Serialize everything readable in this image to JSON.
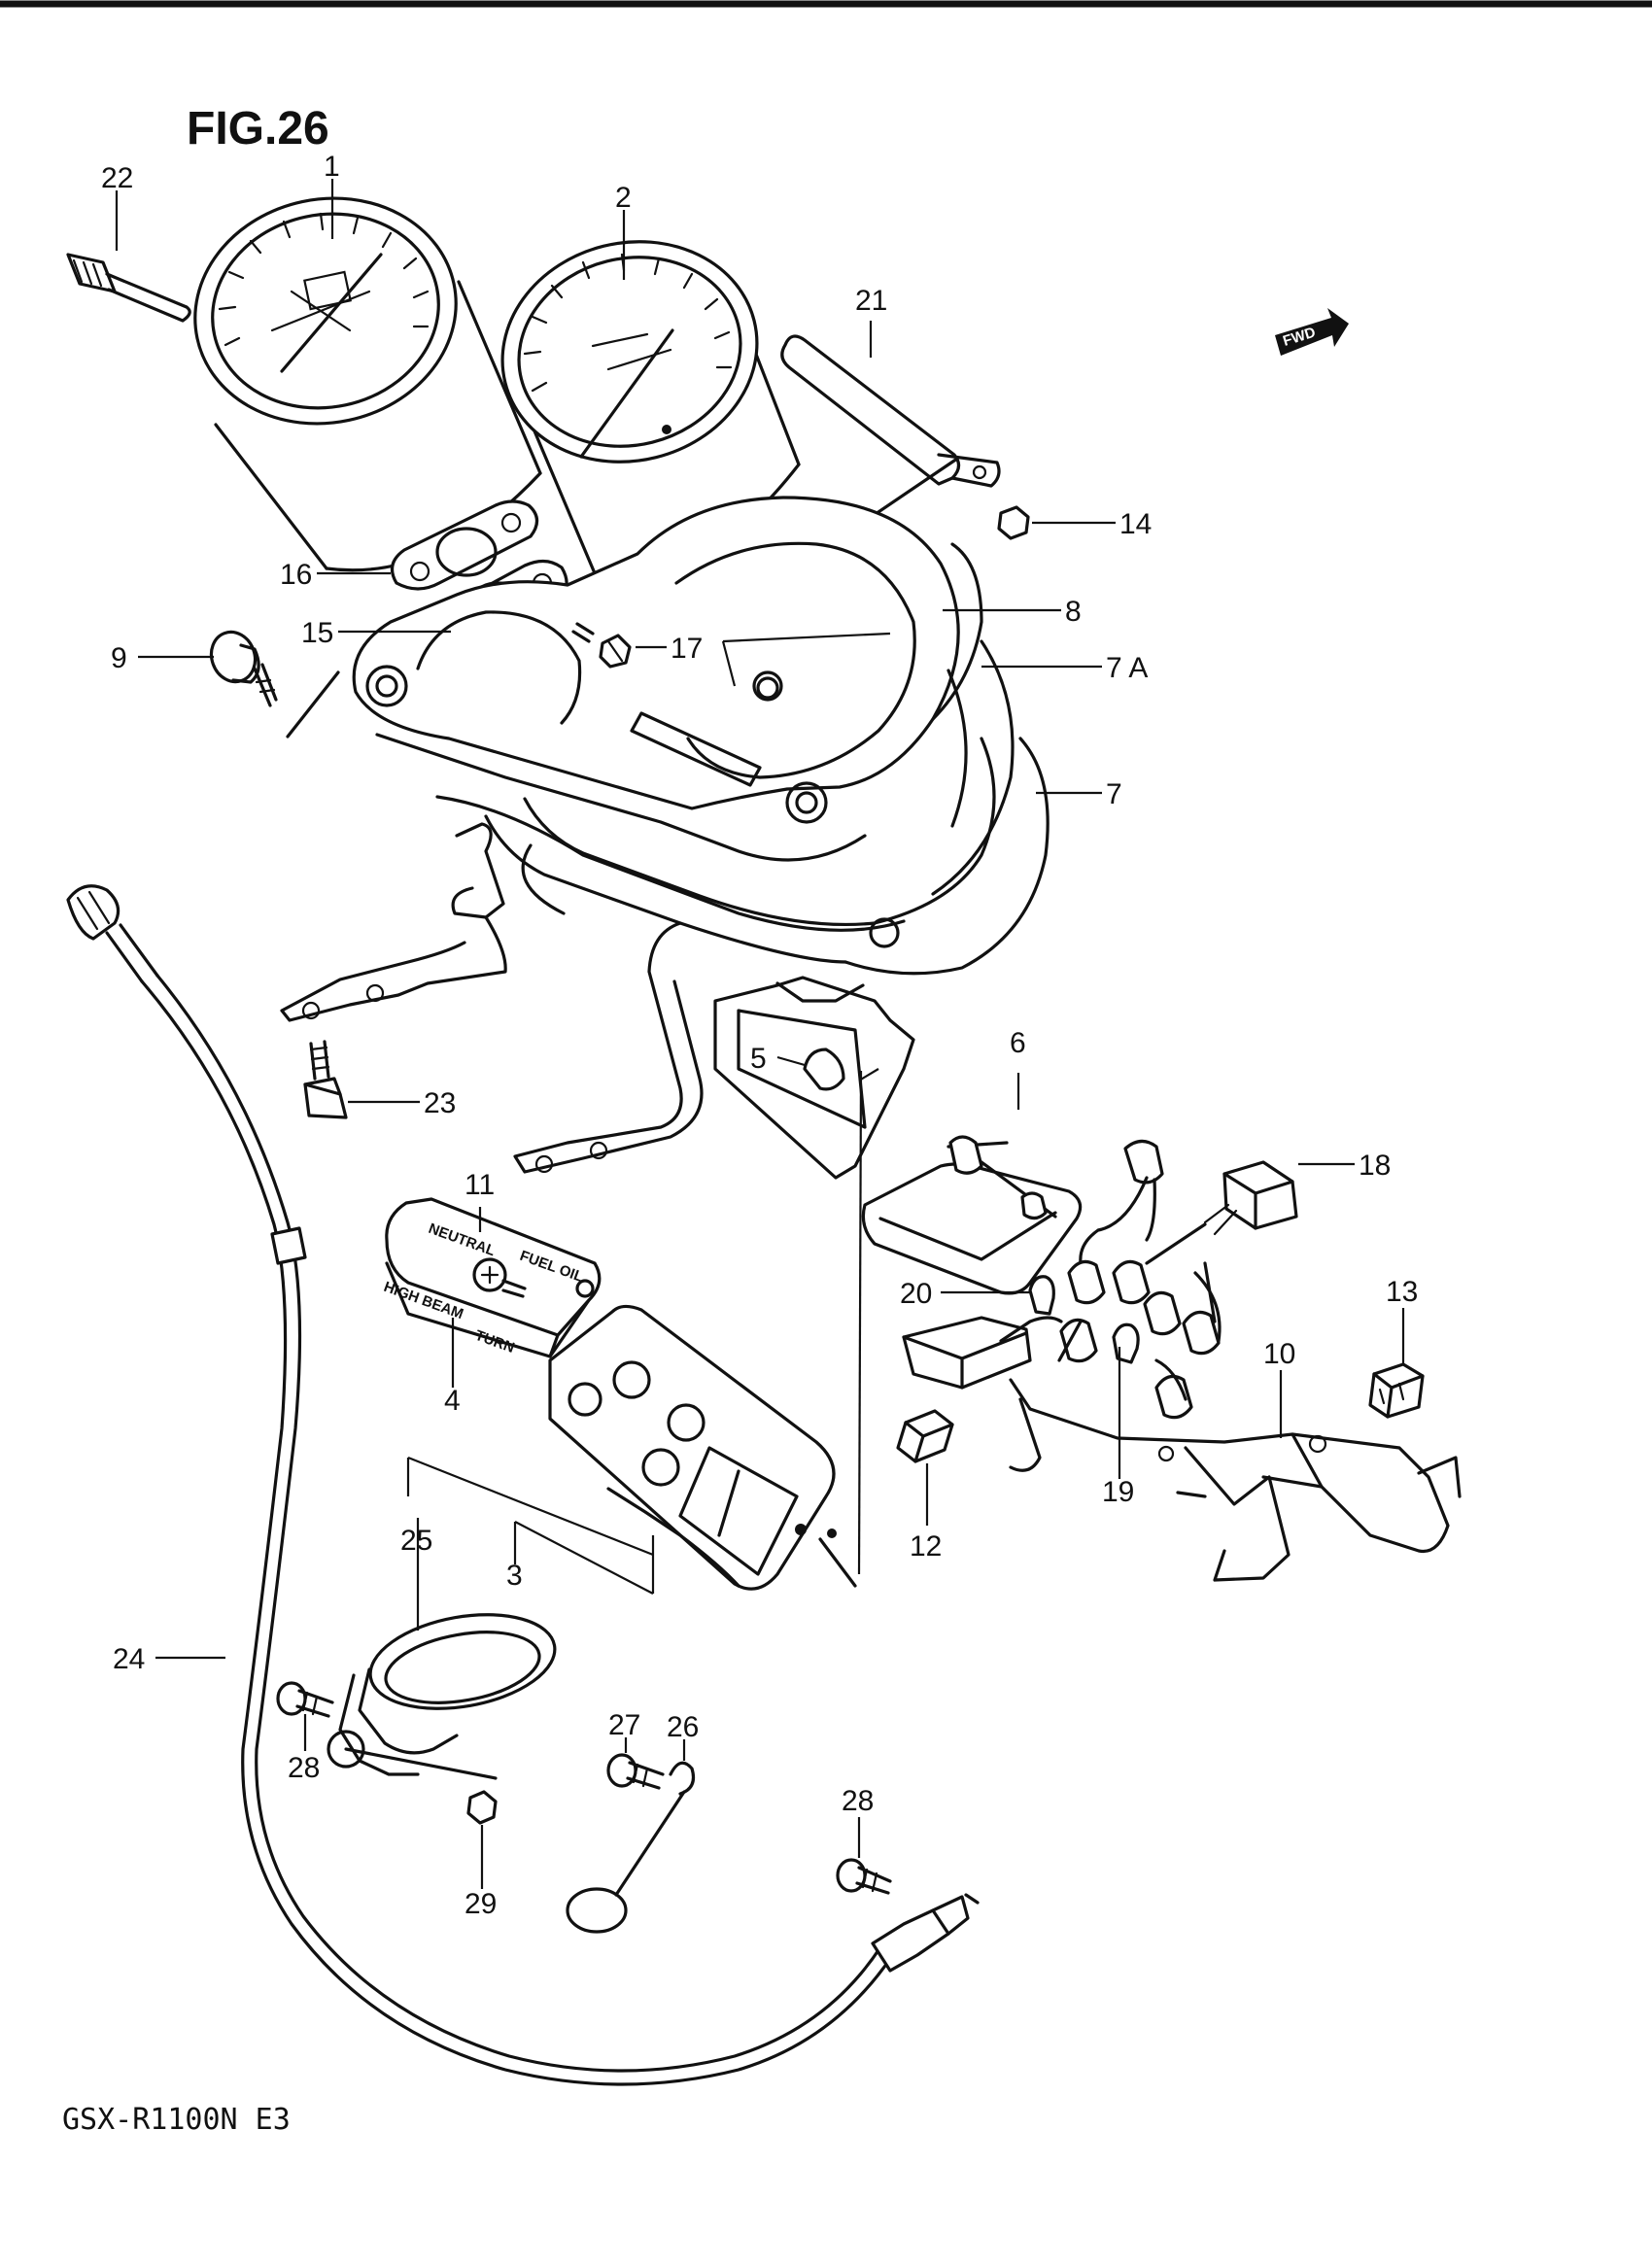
{
  "figure": {
    "title": "FIG.26",
    "model": "GSX-R1100N E3",
    "fwd_label": "FWD",
    "indicator_labels": [
      "NEUTRAL",
      "FUEL OIL",
      "HIGH BEAM",
      "TURN"
    ]
  },
  "callouts": {
    "c1": "1",
    "c2": "2",
    "c3": "3",
    "c4": "4",
    "c5": "5",
    "c6": "6",
    "c7": "7",
    "c7a": "7 A",
    "c8": "8",
    "c9": "9",
    "c10": "10",
    "c11": "11",
    "c12": "12",
    "c13": "13",
    "c14": "14",
    "c15": "15",
    "c16": "16",
    "c17": "17",
    "c18": "18",
    "c19": "19",
    "c20": "20",
    "c21": "21",
    "c22": "22",
    "c23": "23",
    "c24": "24",
    "c25": "25",
    "c26": "26",
    "c27": "27",
    "c28a": "28",
    "c28b": "28",
    "c29": "29"
  }
}
